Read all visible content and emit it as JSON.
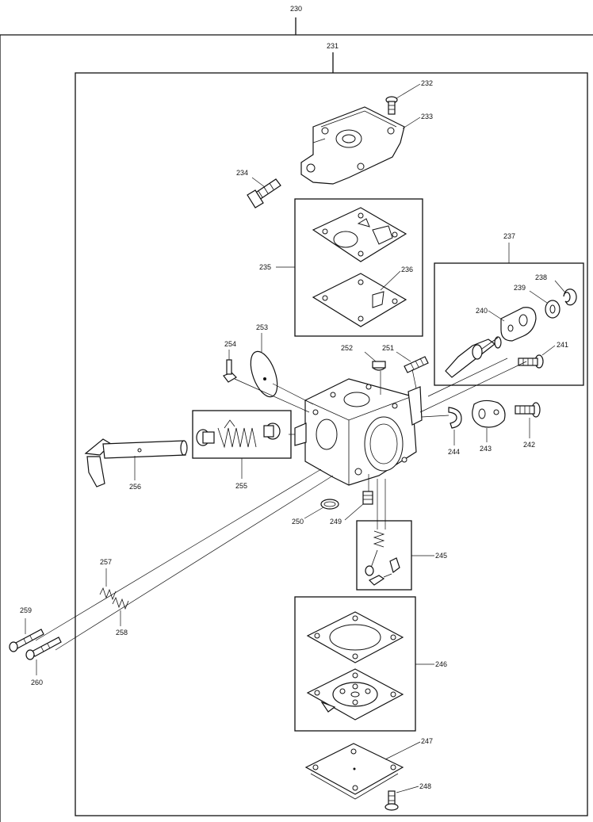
{
  "diagram": {
    "labels": {
      "p230": "230",
      "p231": "231",
      "p232": "232",
      "p233": "233",
      "p234": "234",
      "p235": "235",
      "p236": "236",
      "p237": "237",
      "p238": "238",
      "p239": "239",
      "p240": "240",
      "p241": "241",
      "p242": "242",
      "p243": "243",
      "p244": "244",
      "p245": "245",
      "p246": "246",
      "p247": "247",
      "p248": "248",
      "p249": "249",
      "p250": "250",
      "p251": "251",
      "p252": "252",
      "p253": "253",
      "p254": "254",
      "p255": "255",
      "p256": "256",
      "p257": "257",
      "p258": "258",
      "p259": "259",
      "p260": "260"
    }
  }
}
